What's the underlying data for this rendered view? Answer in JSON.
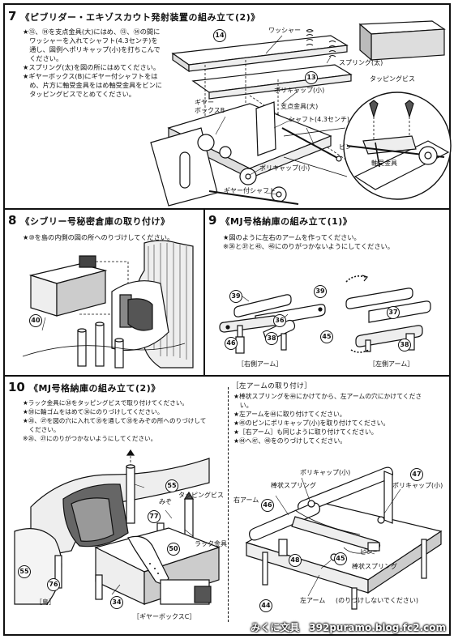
{
  "s7": {
    "num": "7",
    "title": "《ピブリダー・エキゾスカウト発射装置の組み立て(2)》",
    "instructions": [
      "★⑬、⑭を支点金具(大)にはめ、⑬、⑭の間に",
      "　ワッシャーを入れてシャフト(4.3センチ)を",
      "　通し、図例へポリキャップ(小)を打ちこんで",
      "　ください。",
      "★スプリング(太)を図の所にはめてください。",
      "★ギヤーボックス(B)にギヤー付シャフトをは",
      "　め、片方に軸受金具をはめ軸受金具をビンに",
      "　タッピングビスでとめてください。"
    ],
    "labels": {
      "washer": "ワッシャー",
      "spring_thick": "スプリング(太)",
      "polycap_small": "ポリキャップ(小)",
      "tapping_screw": "タッピングビス",
      "gearbox_b": "ギヤー\nボックスB",
      "pivot_bracket_large": "支点金具(大)",
      "shaft": "シャフト(4.3センチ)",
      "pin": "ピン",
      "bearing_bracket": "軸受金具",
      "polycap_small2": "ポリキャップ(小)",
      "gear_shaft": "ギヤー付シャフト"
    },
    "nums": [
      "14",
      "13"
    ]
  },
  "s8": {
    "num": "8",
    "title": "《シブリー号秘密倉庫の取り付け》",
    "instructions": [
      "★⑩を島の内側の図の所へのりづけしてください。"
    ],
    "nums": [
      "40"
    ]
  },
  "s9": {
    "num": "9",
    "title": "《MJ号格納庫の組み立て(1)》",
    "instructions": [
      "★図のように左右のアームを作ってください。",
      "※㊱と㊲と㊺、㊻にのりがつかないようにしてください。"
    ],
    "nums": [
      "39",
      "36",
      "46",
      "38",
      "39",
      "37",
      "45",
      "38"
    ],
    "caption_right_arm": "［右側アーム］",
    "caption_left_arm": "［左側アーム］"
  },
  "s10": {
    "num": "10",
    "title": "《MJ号格納庫の組み立て(2)》",
    "instructions": [
      "★ラック金具に㉞をタッピングビスで取り付けてください。",
      "★㊿に輪ゴムをはめて㉞にのりづけしてください。",
      "★㉖、㉗を図の穴に入れて㉟を通して㉟をみぞの所へのりづけして",
      "　ください。",
      "※㉖、㉗にのりがつかないようにしてください。"
    ],
    "labels": {
      "groove": "みぞ",
      "tapping_screw": "タッピングビス",
      "rack_bracket": "ラック金具",
      "island": "［島］",
      "gearbox_c": "［ギヤーボックスC］"
    },
    "nums": [
      "55",
      "77",
      "50",
      "55",
      "76",
      "34"
    ]
  },
  "left_arm": {
    "title": "［左アームの取り付け］",
    "instructions": [
      "★棒状スプリングを㊹にかけてから、左アームの穴にかけてくださ",
      "　い。",
      "★左アームを㊹に取り付けてください。",
      "★㊺のピンにポリキャップ(小)を取り付けてください。",
      "★［右アーム］も同じように取り付けてください。",
      "★㊹へ㊼、㊽をのりづけしてください。"
    ],
    "labels": {
      "polycap_small_a": "ポリキャップ(小)",
      "bar_spring_a": "棒状スプリング",
      "right_arm": "右アーム",
      "polycap_small_b": "ポリキャップ(小)",
      "pin": "ピン",
      "bar_spring_b": "棒状スプリング",
      "left_arm": "左アーム",
      "no_glue": "(のりづけしないでください)"
    },
    "nums": [
      "47",
      "46",
      "48",
      "45",
      "44"
    ]
  },
  "footer": "みくに文具　392puramo.blog.fc2.com"
}
